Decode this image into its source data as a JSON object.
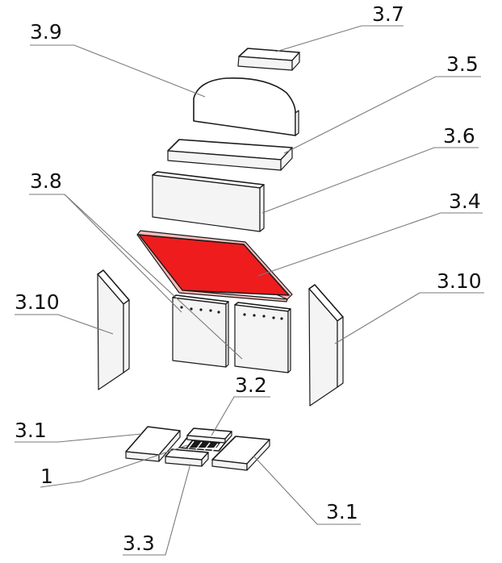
{
  "labels": {
    "p37": "3.7",
    "p39": "3.9",
    "p35": "3.5",
    "p36": "3.6",
    "p38": "3.8",
    "p34": "3.4",
    "p310_left": "3.10",
    "p310_right": "3.10",
    "p32": "3.2",
    "p31_left": "3.1",
    "p1": "1",
    "p33": "3.3",
    "p31_right": "3.1"
  },
  "colors": {
    "highlight": "#ee1c1c",
    "line": "#1a1a1a",
    "leader": "#7a7a7a"
  }
}
